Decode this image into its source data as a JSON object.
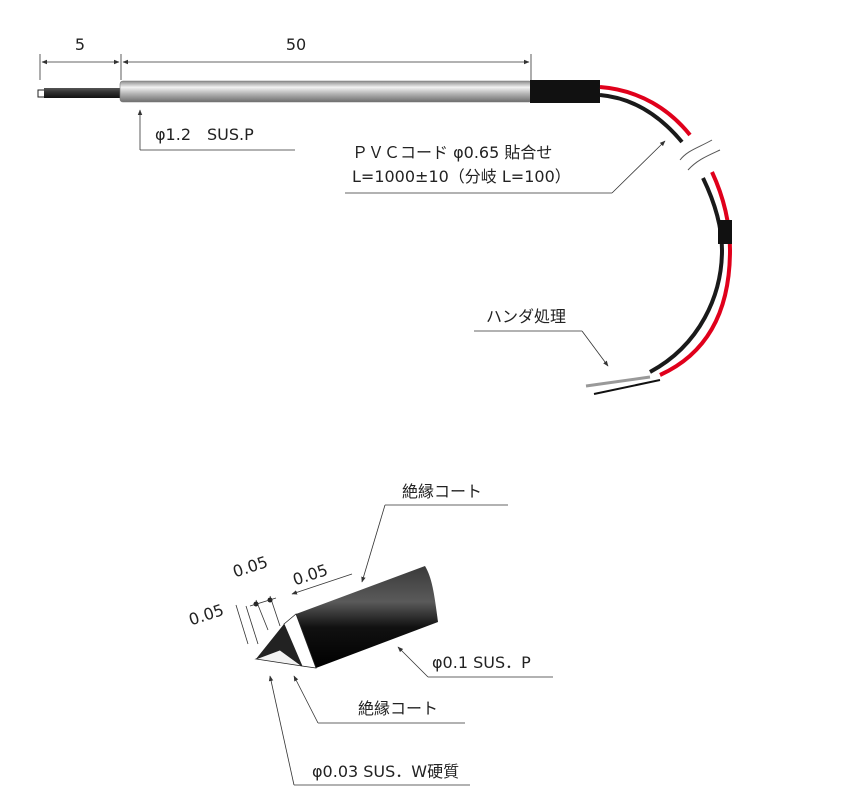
{
  "top": {
    "dim_tip": "5",
    "dim_body": "50",
    "sheath_label": "φ1.2　SUS.P",
    "cord_label_line1": "ＰＶＣコード φ0.65 貼合せ",
    "cord_label_line2": "L=1000±10（分岐 L=100）",
    "solder_label": "ハンダ処理"
  },
  "detail": {
    "insulation_top": "絶縁コート",
    "dim_a": "0.05",
    "dim_b": "0.05",
    "dim_c": "0.05",
    "wire_label": "φ0.1 SUS．P",
    "insulation_bottom": "絶縁コート",
    "tip_label": "φ0.03 SUS．W硬質"
  },
  "colors": {
    "red_wire": "#e0001b",
    "black_wire": "#1a1a1a",
    "tube": "#b8b8b8",
    "strip": "#999999"
  }
}
